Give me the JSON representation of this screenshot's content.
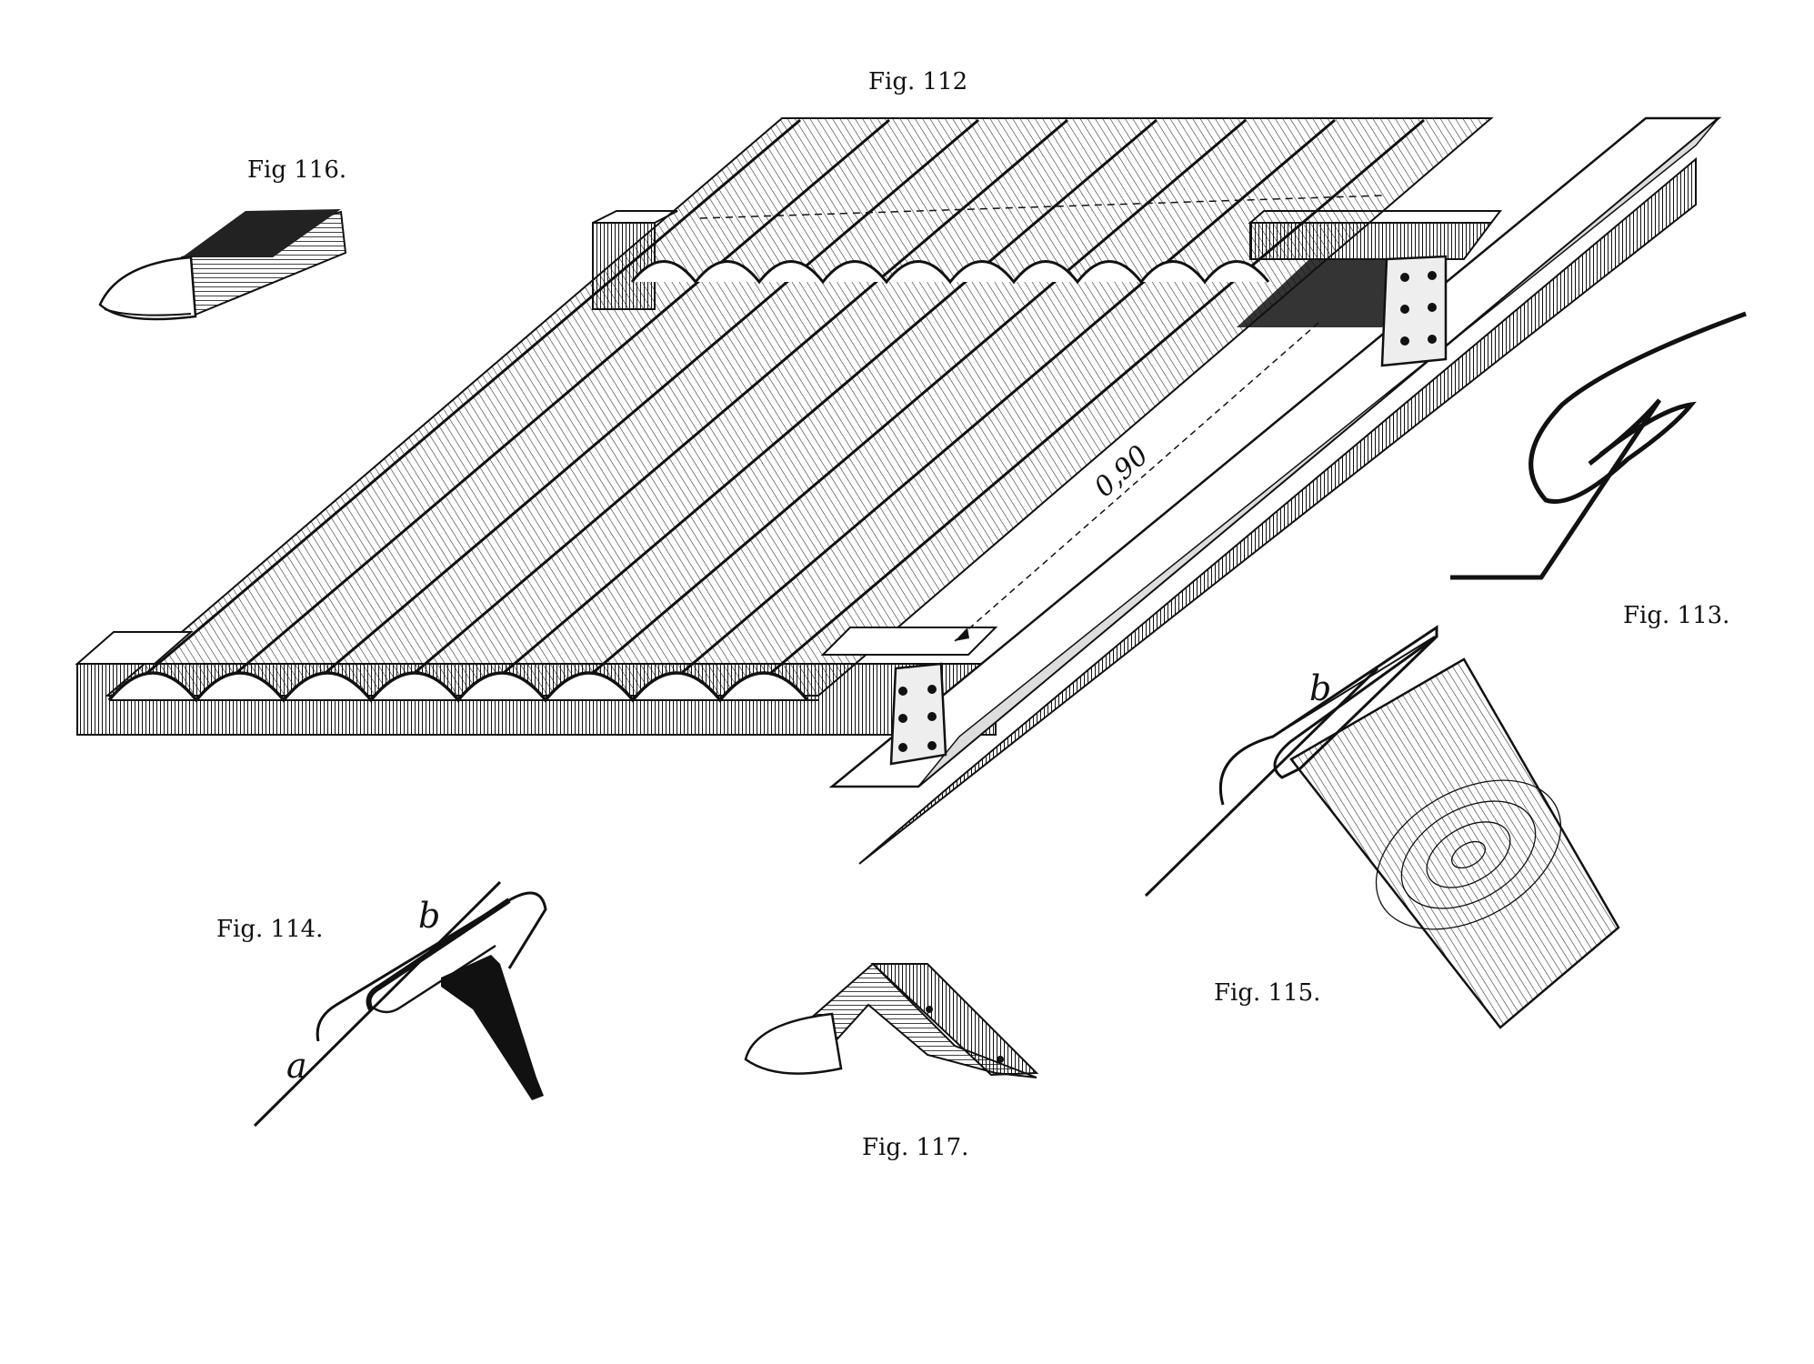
{
  "figures": {
    "fig112": {
      "caption": "Fig. 112",
      "dimension_label": "0,90"
    },
    "fig113": {
      "caption": "Fig. 113."
    },
    "fig114": {
      "caption": "Fig. 114.",
      "label_a": "a",
      "label_b": "b"
    },
    "fig115": {
      "caption": "Fig. 115.",
      "label_b": "b"
    },
    "fig116": {
      "caption": "Fig 116."
    },
    "fig117": {
      "caption": "Fig. 117."
    }
  },
  "colors": {
    "ink": "#111111",
    "paper": "#ffffff",
    "shade": "#555555"
  }
}
